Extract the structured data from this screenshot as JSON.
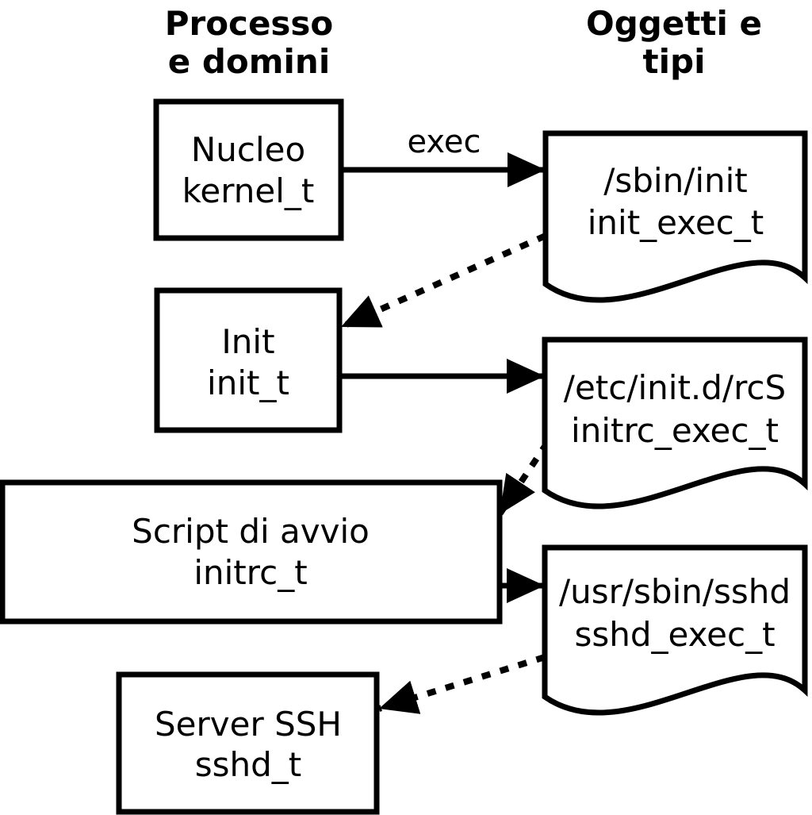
{
  "diagram": {
    "background_color": "#ffffff",
    "line_color": "#000000",
    "shape_fill_color": "#ffffff",
    "columns": {
      "left_header": [
        "Processo",
        "e domini"
      ],
      "right_header": [
        "Oggetti e",
        "tipi"
      ]
    },
    "process_boxes": [
      {
        "label": "Nucleo",
        "domain": "kernel_t"
      },
      {
        "label": "Init",
        "domain": "init_t"
      },
      {
        "label": "Script di avvio",
        "domain": "initrc_t"
      },
      {
        "label": "Server SSH",
        "domain": "sshd_t"
      }
    ],
    "object_docs": [
      {
        "path": "/sbin/init",
        "type": "init_exec_t"
      },
      {
        "path": "/etc/init.d/rcS",
        "type": "initrc_exec_t"
      },
      {
        "path": "/usr/sbin/sshd",
        "type": "sshd_exec_t"
      }
    ],
    "edges": [
      {
        "from": "kernel_t",
        "to": "init_exec_t",
        "style": "solid",
        "label": "exec"
      },
      {
        "from": "init_exec_t",
        "to": "init_t",
        "style": "dotted",
        "label": ""
      },
      {
        "from": "init_t",
        "to": "initrc_exec_t",
        "style": "solid",
        "label": ""
      },
      {
        "from": "initrc_exec_t",
        "to": "initrc_t",
        "style": "dotted",
        "label": ""
      },
      {
        "from": "initrc_t",
        "to": "sshd_exec_t",
        "style": "solid",
        "label": ""
      },
      {
        "from": "sshd_exec_t",
        "to": "sshd_t",
        "style": "dotted",
        "label": ""
      }
    ]
  }
}
